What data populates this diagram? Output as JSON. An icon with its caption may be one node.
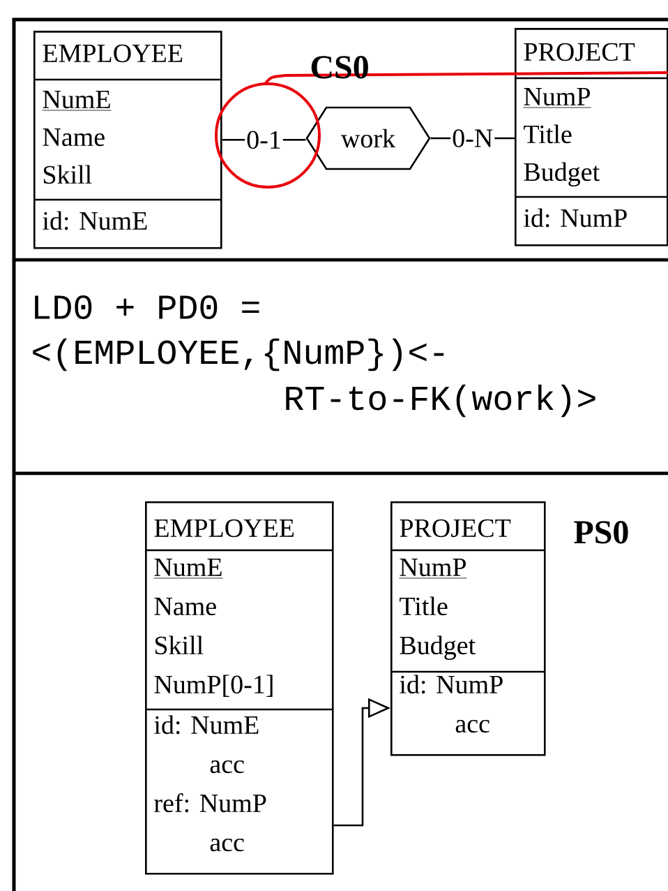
{
  "diagram": {
    "nodes": [
      {
        "text": [
          "EMPLOYEE",
          "NumE",
          "Name",
          "Skill",
          "id: NumE"
        ]
      },
      {
        "text": [
          "work"
        ]
      },
      {
        "text": [
          "PROJECT",
          "NumP",
          "Title",
          "Budget",
          "id: NumP"
        ]
      },
      {
        "text": [
          "EMPLOYEE",
          "NumE",
          "Name",
          "Skill",
          "NumP[0-1]",
          "id: NumE",
          "acc",
          "ref: NumP",
          "acc"
        ]
      },
      {
        "text": [
          "PROJECT",
          "NumP",
          "Title",
          "Budget",
          "id: NumP",
          "acc"
        ]
      }
    ],
    "edges": [
      {
        "from": 0,
        "to": 1,
        "arrow": "none",
        "label": "0-1"
      },
      {
        "from": 1,
        "to": 2,
        "arrow": "none",
        "label": "0-N"
      },
      {
        "from": 3,
        "to": 4,
        "arrow": "to"
      }
    ],
    "labels": [
      "CS0",
      "LD0 + PD0 =",
      "<(EMPLOYEE,{NumP})<-",
      "RT-to-FK(work)>",
      "PS0"
    ]
  }
}
